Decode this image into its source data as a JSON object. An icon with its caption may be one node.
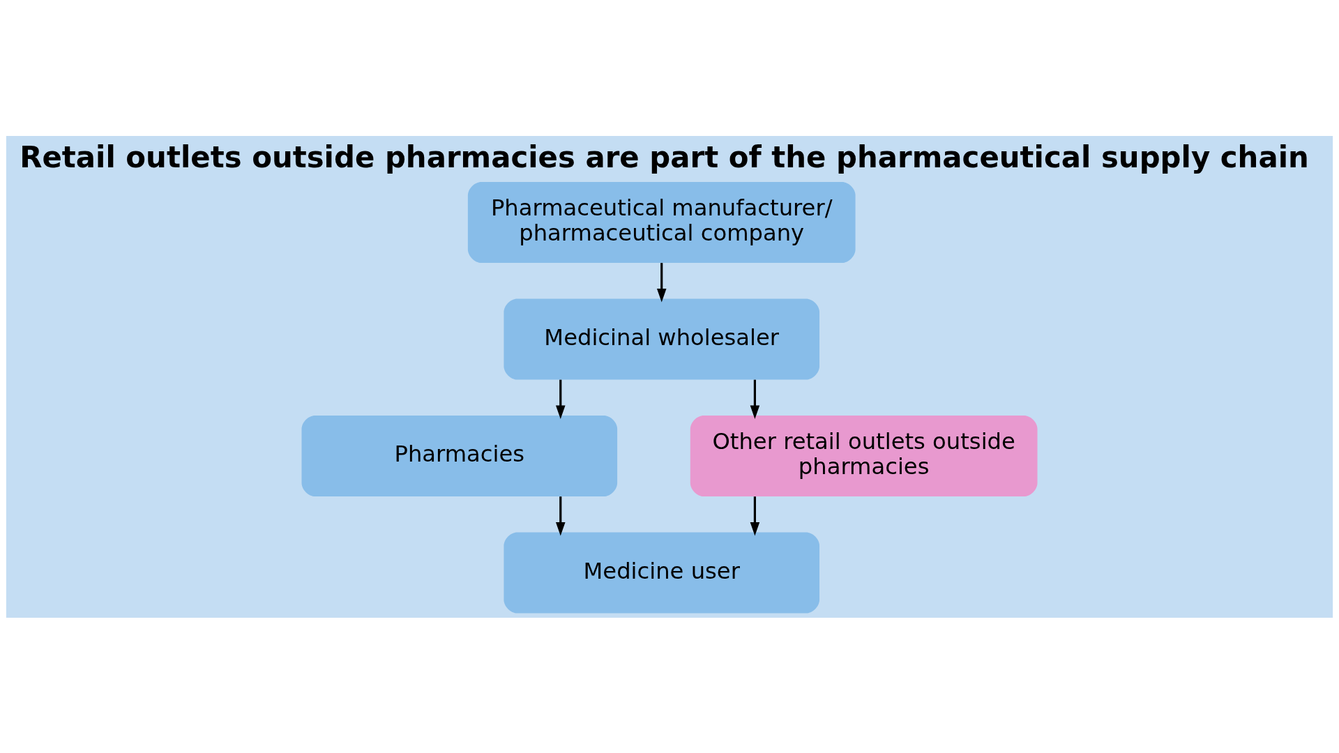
{
  "diagram": {
    "title": "Retail outlets outside pharmacies are part of the pharmaceutical supply chain",
    "nodes": [
      {
        "text": [
          "Pharmaceutical manufacturer/ pharmaceutical company"
        ]
      },
      {
        "text": [
          "Medicinal wholesaler"
        ]
      },
      {
        "text": [
          "Pharmacies"
        ]
      },
      {
        "text": [
          "Other retail outlets outside pharmacies"
        ]
      },
      {
        "text": [
          "Medicine user"
        ]
      }
    ],
    "edges": [
      {
        "from": 0,
        "to": 1,
        "arrow": "to"
      },
      {
        "from": 1,
        "to": 2,
        "arrow": "to"
      },
      {
        "from": 1,
        "to": 3,
        "arrow": "to"
      },
      {
        "from": 2,
        "to": 4,
        "arrow": "to"
      },
      {
        "from": 3,
        "to": 4,
        "arrow": "to"
      }
    ]
  }
}
